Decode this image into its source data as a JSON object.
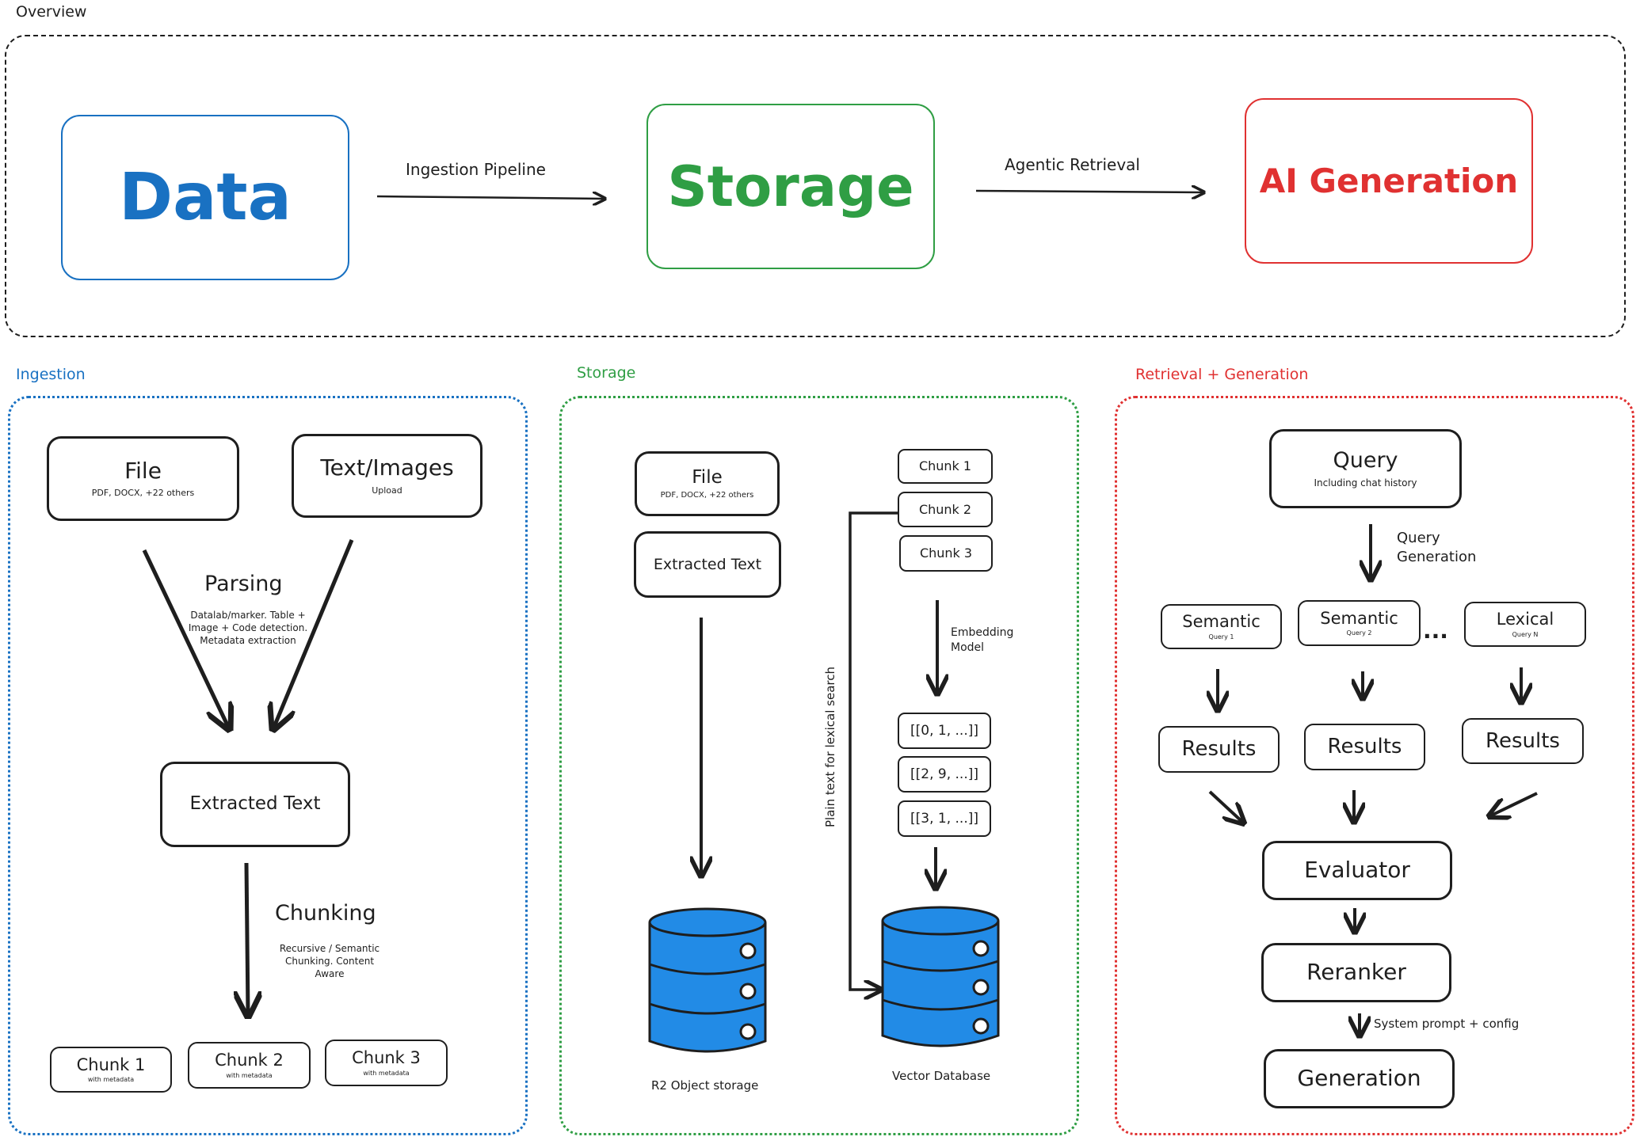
{
  "overview": {
    "label": "Overview",
    "data_title": "Data",
    "storage_title": "Storage",
    "ai_title": "AI Generation",
    "ingestion_pipeline": "Ingestion Pipeline",
    "agentic_retrieval": "Agentic Retrieval"
  },
  "ingestion": {
    "label": "Ingestion",
    "file": {
      "title": "File",
      "sub": "PDF, DOCX, +22 others"
    },
    "text_images": {
      "title": "Text/Images",
      "sub": "Upload"
    },
    "parsing": {
      "title": "Parsing",
      "desc": "Datalab/marker. Table + Image + Code detection. Metadata extraction"
    },
    "extracted_text": "Extracted Text",
    "chunking": {
      "title": "Chunking",
      "desc": "Recursive / Semantic Chunking. Content Aware"
    },
    "chunks": [
      {
        "title": "Chunk 1",
        "sub": "with metadata"
      },
      {
        "title": "Chunk 2",
        "sub": "with metadata"
      },
      {
        "title": "Chunk 3",
        "sub": "with metadata"
      }
    ]
  },
  "storage": {
    "label": "Storage",
    "file": {
      "title": "File",
      "sub": "PDF, DOCX, +22 others"
    },
    "extracted_text": "Extracted Text",
    "chunks": [
      "Chunk 1",
      "Chunk 2",
      "Chunk 3"
    ],
    "embedding_model": "Embedding Model",
    "vectors": [
      "[[0, 1, ...]]",
      "[[2, 9, ...]]",
      "[[3, 1, ...]]"
    ],
    "plain_text_note": "Plain text for lexical search",
    "r2_label": "R2 Object storage",
    "vector_db_label": "Vector Database"
  },
  "retrieval": {
    "label": "Retrieval + Generation",
    "query": {
      "title": "Query",
      "sub": "Including chat history"
    },
    "query_generation": "Query Generation",
    "queries": [
      {
        "title": "Semantic",
        "sub": "Query 1"
      },
      {
        "title": "Semantic",
        "sub": "Query 2"
      },
      {
        "title": "Lexical",
        "sub": "Query N"
      }
    ],
    "ellipsis": "...",
    "results": [
      "Results",
      "Results",
      "Results"
    ],
    "evaluator": "Evaluator",
    "reranker": "Reranker",
    "system_prompt": "System prompt + config",
    "generation": "Generation"
  },
  "colors": {
    "blue": "#1971c2",
    "green": "#2f9e44",
    "red": "#e03131",
    "ink": "#1e1e1e",
    "db_fill": "#228be6"
  }
}
